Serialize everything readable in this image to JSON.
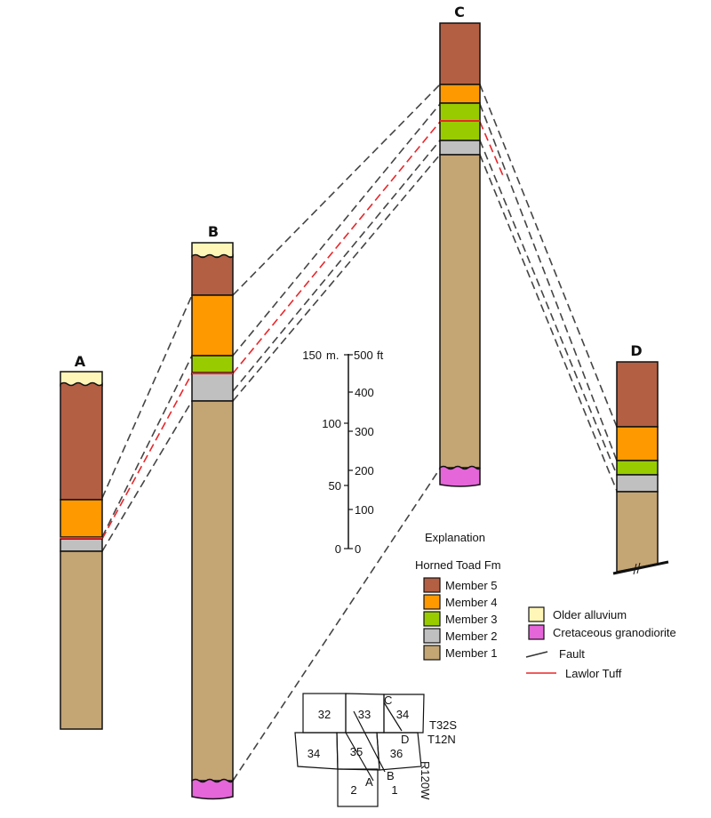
{
  "columns": [
    {
      "id": "A",
      "label": "A"
    },
    {
      "id": "B",
      "label": "B"
    },
    {
      "id": "C",
      "label": "C"
    },
    {
      "id": "D",
      "label": "D"
    }
  ],
  "scale_bar": {
    "meters_unit": "m.",
    "feet_unit": "ft",
    "meters_ticks": [
      "150",
      "100",
      "50",
      "0"
    ],
    "feet_ticks": [
      "500",
      "400",
      "300",
      "200",
      "100",
      "0"
    ]
  },
  "legend": {
    "title": "Explanation",
    "formation": "Horned Toad Fm",
    "members": [
      {
        "label": "Member 5",
        "color": "#b35f44"
      },
      {
        "label": "Member 4",
        "color": "#ff9900"
      },
      {
        "label": "Member 3",
        "color": "#99cc00"
      },
      {
        "label": "Member 2",
        "color": "#c0c0c0"
      },
      {
        "label": "Member 1",
        "color": "#c4a574"
      }
    ],
    "other_units": [
      {
        "label": "Older alluvium",
        "color": "#fff6b8"
      },
      {
        "label": "Cretaceous granodiorite",
        "color": "#e466d8"
      }
    ],
    "lines": [
      {
        "label": "Fault",
        "color": "#333333"
      },
      {
        "label": "Lawlor Tuff",
        "color": "#e8262a"
      }
    ]
  },
  "location_map": {
    "sections_top": [
      "32",
      "33",
      "34"
    ],
    "sections_mid": [
      "34",
      "35",
      "36"
    ],
    "sections_bottom": [
      "2",
      "1"
    ],
    "township_s": "T32S",
    "township_n": "T12N",
    "range": "R120W",
    "points": [
      "A",
      "B",
      "C",
      "D"
    ]
  }
}
